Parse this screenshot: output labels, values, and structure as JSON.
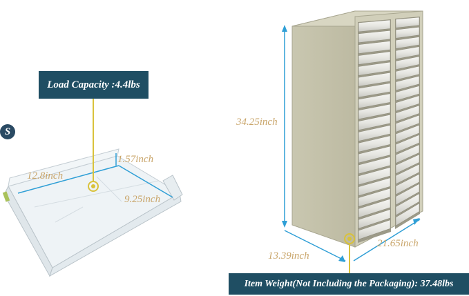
{
  "tray": {
    "load_capacity": "Load Capacity :4.4lbs",
    "length": "12.8inch",
    "width": "9.25inch",
    "height": "1.57inch"
  },
  "cabinet": {
    "height": "34.25inch",
    "depth": "13.39inch",
    "width": "21.65inch",
    "weight": "Item Weight(Not Including the Packaging): 37.48lbs"
  },
  "logo_letter": "S",
  "colors": {
    "callout_bg": "#1f4e63",
    "dimension_text": "#c9a56a",
    "measure_line": "#2f9fd6",
    "accent_gold": "#d9c23a",
    "cabinet_body": "#cfcdb8"
  }
}
